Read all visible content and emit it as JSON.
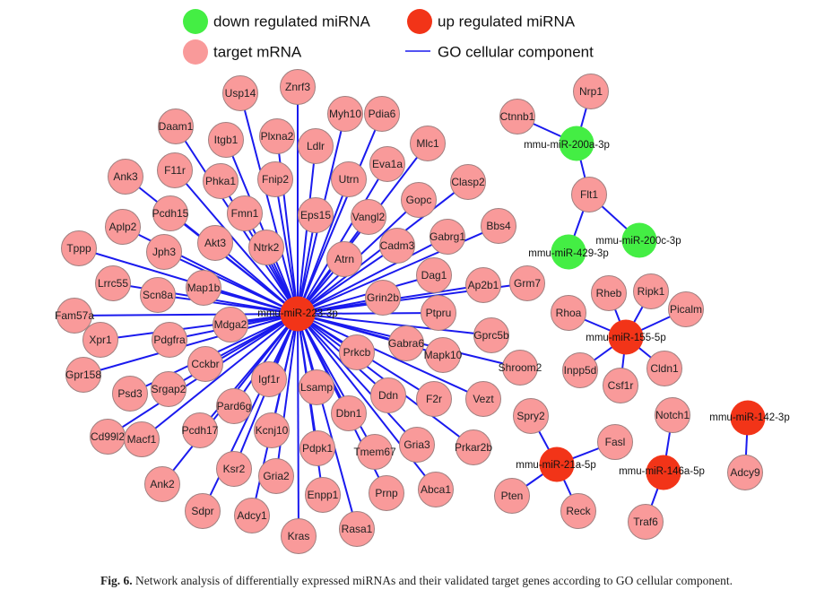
{
  "legend": {
    "down": "down regulated miRNA",
    "up": "up regulated miRNA",
    "target": "target mRNA",
    "edge": "GO cellular component"
  },
  "colors": {
    "down": "#44ee44",
    "up": "#f23418",
    "target": "#f99a9a",
    "edge": "#1a1aee"
  },
  "caption": {
    "label": "Fig. 6.",
    "text": " Network analysis of differentially expressed miRNAs and their validated target genes according to GO cellular component."
  },
  "network": [
    {
      "mirna": "mmu-miR-223-3p",
      "regulation": "up",
      "targets": [
        "Usp14",
        "Znrf3",
        "Myh10",
        "Pdia6",
        "Daam1",
        "Itgb1",
        "Plxna2",
        "Ldlr",
        "Eva1a",
        "Mlc1",
        "Ank3",
        "F11r",
        "Phka1",
        "Fnip2",
        "Utrn",
        "Clasp2",
        "Eps15",
        "Gopc",
        "Vangl2",
        "Pcdh15",
        "Fmn1",
        "Bbs4",
        "Aplp2",
        "Akt3",
        "Ntrk2",
        "Atrn",
        "Cadm3",
        "Gabrg1",
        "Jph3",
        "Tppp",
        "Map1b",
        "Dag1",
        "Ap2b1",
        "Grm7",
        "Lrrc55",
        "Scn8a",
        "Grin2b",
        "Ptpru",
        "Fam57a",
        "Mdga2",
        "Xpr1",
        "Pdgfra",
        "Gprc5b",
        "Gabra6",
        "Mapk10",
        "Shroom2",
        "Prkcb",
        "Cckbr",
        "Gpr158",
        "Psd3",
        "Srgap2",
        "Igf1r",
        "Lsamp",
        "Pard6g",
        "Ddn",
        "F2r",
        "Vezt",
        "Dbn1",
        "Cd99l2",
        "Macf1",
        "Pcdh17",
        "Kcnj10",
        "Pdpk1",
        "Tmem67",
        "Gria3",
        "Prkar2b",
        "Ksr2",
        "Gria2",
        "Ank2",
        "Sdpr",
        "Adcy1",
        "Enpp1",
        "Prnp",
        "Abca1",
        "Kras",
        "Rasa1"
      ]
    },
    {
      "mirna": "mmu-miR-200a-3p",
      "regulation": "down",
      "targets": [
        "Nrp1",
        "Ctnnb1",
        "Flt1"
      ]
    },
    {
      "mirna": "mmu-miR-429-3p",
      "regulation": "down",
      "targets": [
        "Flt1"
      ]
    },
    {
      "mirna": "mmu-miR-200c-3p",
      "regulation": "down",
      "targets": [
        "Flt1"
      ]
    },
    {
      "mirna": "mmu-miR-155-5p",
      "regulation": "up",
      "targets": [
        "Rhoa",
        "Rheb",
        "Ripk1",
        "Picalm",
        "Inpp5d",
        "Csf1r",
        "Cldn1"
      ]
    },
    {
      "mirna": "mmu-miR-21a-5p",
      "regulation": "up",
      "targets": [
        "Spry2",
        "Fasl",
        "Pten",
        "Reck"
      ]
    },
    {
      "mirna": "mmu-miR-146a-5p",
      "regulation": "up",
      "targets": [
        "Notch1",
        "Traf6"
      ]
    },
    {
      "mirna": "mmu-miR-142-3p",
      "regulation": "up",
      "targets": [
        "Adcy9"
      ]
    }
  ]
}
